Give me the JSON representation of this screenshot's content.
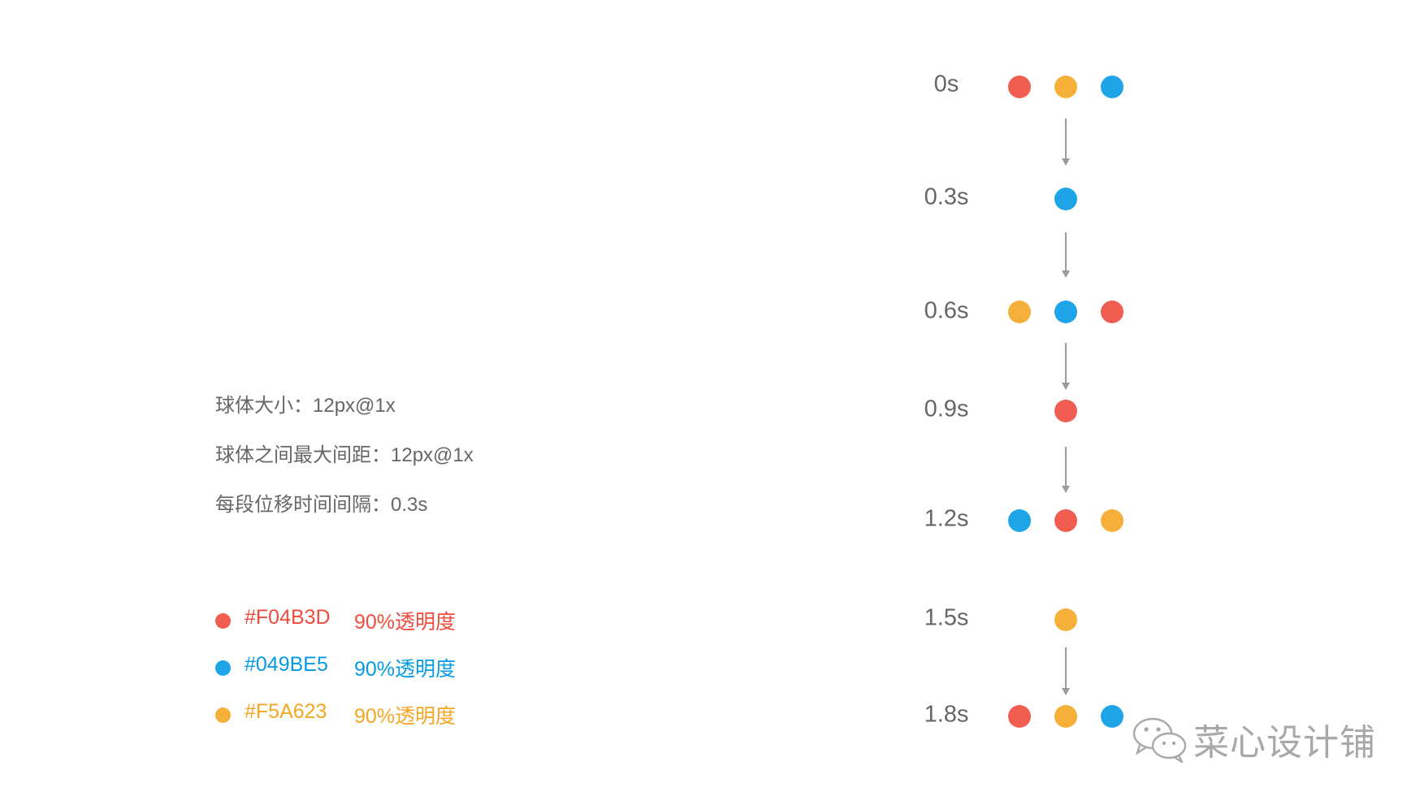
{
  "specs": [
    "球体大小：12px@1x",
    "球体之间最大间距：12px@1x",
    "每段位移时间间隔：0.3s"
  ],
  "legend": [
    {
      "hex": "#F04B3D",
      "opacity_text": "90%透明度",
      "color": "#F04B3D"
    },
    {
      "hex": "#049BE5",
      "opacity_text": "90%透明度",
      "color": "#049BE5"
    },
    {
      "hex": "#F5A623",
      "opacity_text": "90%透明度",
      "color": "#F5A623"
    }
  ],
  "colors": {
    "red": "#F04B3D",
    "blue": "#049BE5",
    "orange": "#F5A623",
    "text_gray": "#666666",
    "arrow_gray": "#9a9a9a"
  },
  "frames": [
    {
      "time": "0s",
      "balls": [
        "red",
        "orange",
        "blue"
      ]
    },
    {
      "time": "0.3s",
      "balls": [
        null,
        "blue",
        null
      ]
    },
    {
      "time": "0.6s",
      "balls": [
        "orange",
        "blue",
        "red"
      ]
    },
    {
      "time": "0.9s",
      "balls": [
        null,
        "red",
        null
      ]
    },
    {
      "time": "1.2s",
      "balls": [
        "blue",
        "red",
        "orange"
      ]
    },
    {
      "time": "1.5s",
      "balls": [
        null,
        "orange",
        null
      ]
    },
    {
      "time": "1.8s",
      "balls": [
        "red",
        "orange",
        "blue"
      ]
    }
  ],
  "watermark": {
    "icon": "wechat-icon",
    "text": "菜心设计铺"
  }
}
